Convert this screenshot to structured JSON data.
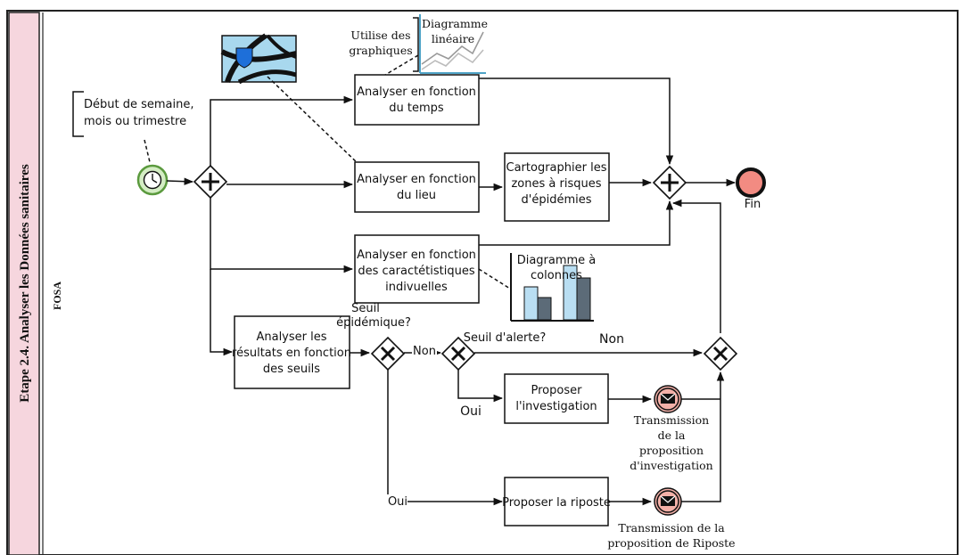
{
  "pool": {
    "title": "Etape 2.4. Analyser les Données sanitaires",
    "lane": "FOSA",
    "background": "#f6d6de"
  },
  "annotation_start": {
    "line1": "Début de semaine,",
    "line2": "mois ou trimestre"
  },
  "annotation_graphs": {
    "line1": "Utilise des",
    "line2": "graphiques"
  },
  "line_chart_icon": {
    "line1": "Diagramme",
    "line2": "linéaire"
  },
  "bar_chart_icon": {
    "line1": "Diagramme à",
    "line2": "colonnes"
  },
  "map_icon": "map-icon",
  "tasks": {
    "time": {
      "line1": "Analyser en fonction",
      "line2": "du temps"
    },
    "place": {
      "line1": "Analyser en fonction",
      "line2": "du lieu"
    },
    "map": {
      "line1": "Cartographier les",
      "line2": "zones à risques",
      "line3": "d'épidémies"
    },
    "characteristics": {
      "line1": "Analyser en fonction",
      "line2": "des caractétistiques",
      "line3": "indivuelles"
    },
    "thresholds": {
      "line1": "Analyser les",
      "line2": "résultats en fonction",
      "line3": "des seuils"
    },
    "investigation": {
      "line1": "Proposer",
      "line2": "l'investigation"
    },
    "response": {
      "line1": "Proposer la riposte"
    }
  },
  "gateways": {
    "epidemic": {
      "line1": "Seuil",
      "line2": "épidémique?"
    },
    "alert": "Seuil d'alerte?"
  },
  "flow_labels": {
    "epidemic_no": "Non",
    "alert_no": "Non",
    "alert_yes": "Oui",
    "epidemic_yes": "Oui"
  },
  "messages": {
    "investigation": {
      "line1": "Transmission",
      "line2": "de la",
      "line3": "proposition",
      "line4": "d'investigation"
    },
    "response": {
      "line1": "Transmission de la",
      "line2": "proposition de Riposte"
    }
  },
  "end_event": "Fin",
  "colors": {
    "timer_fill": "#d4edc4",
    "timer_stroke": "#5b9a3e",
    "end_fill": "#f28b82",
    "message_fill": "#f3b0a8",
    "map_bg": "#a8d8ee",
    "marker": "#1e6fd9",
    "bar_light": "#b9def2",
    "bar_dark": "#5c6b78",
    "chart_axis": "#4fa3c7"
  }
}
